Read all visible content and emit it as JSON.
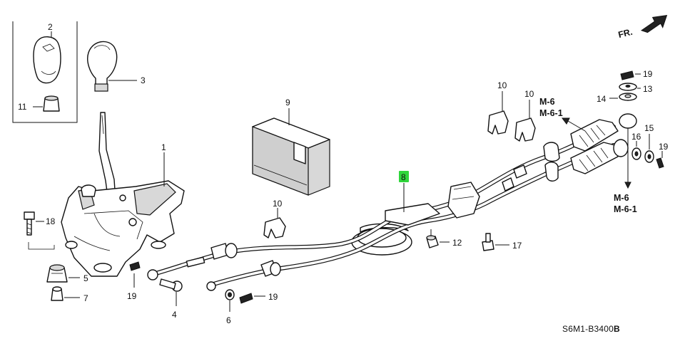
{
  "diagram": {
    "diagram_code": "S6M1-B3400",
    "diagram_code_suffix": "B",
    "direction_label": "FR.",
    "callouts": {
      "c1": "1",
      "c2": "2",
      "c3": "3",
      "c4": "4",
      "c5": "5",
      "c6": "6",
      "c7": "7",
      "c8": "8",
      "c9": "9",
      "c10a": "10",
      "c10b": "10",
      "c10c": "10",
      "c11": "11",
      "c12": "12",
      "c13": "13",
      "c14": "14",
      "c15": "15",
      "c16": "16",
      "c17": "17",
      "c18": "18",
      "c19a": "19",
      "c19b": "19",
      "c19c": "19",
      "c19d": "19"
    },
    "bolt_labels": {
      "upper_1": "M-6",
      "upper_2": "M-6-1",
      "lower_1": "M-6",
      "lower_2": "M-6-1"
    },
    "highlighted_callout": "8",
    "highlight_color": "#2fd63b"
  }
}
